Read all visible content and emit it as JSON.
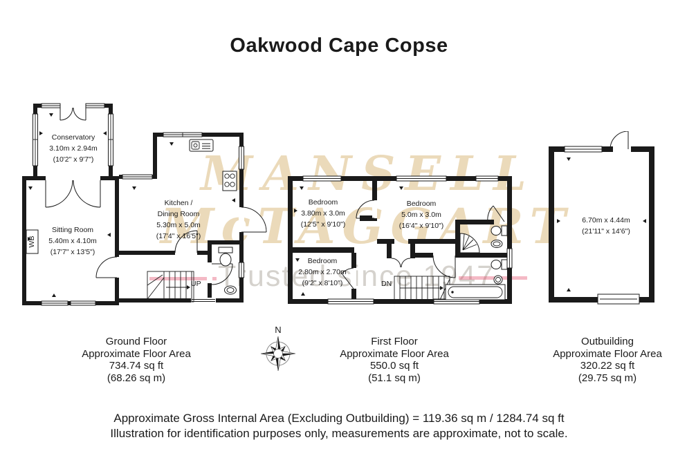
{
  "title": "Oakwood Cape Copse",
  "watermark": {
    "line1": "MANSELL",
    "line2": "McTAGGART",
    "tagline": "Trusted since 1947"
  },
  "compass": {
    "north_label": "N"
  },
  "ground_floor": {
    "rooms": [
      {
        "lines": [
          "Conservatory",
          "3.10m x 2.94m",
          "(10'2\" x 9'7\")"
        ]
      },
      {
        "lines": [
          "Sitting Room",
          "5.40m x 4.10m",
          "(17'7\" x 13'5\")"
        ]
      },
      {
        "lines": [
          "Kitchen /",
          "Dining Room",
          "5.30m x 5.0m",
          "(17'4\" x 16'5\")"
        ]
      }
    ],
    "annotations": {
      "stairs": "UP",
      "wood_burner": "WB"
    },
    "caption": [
      "Ground Floor",
      "Approximate Floor Area",
      "734.74 sq ft",
      "(68.26 sq m)"
    ]
  },
  "first_floor": {
    "rooms": [
      {
        "lines": [
          "Bedroom",
          "3.80m x 3.0m",
          "(12'5\" x 9'10\")"
        ]
      },
      {
        "lines": [
          "Bedroom",
          "5.0m x 3.0m",
          "(16'4\" x 9'10\")"
        ]
      },
      {
        "lines": [
          "Bedroom",
          "2.80m x 2.70m",
          "(9'2\" x 8'10\")"
        ]
      }
    ],
    "annotations": {
      "stairs": "DN"
    },
    "caption": [
      "First Floor",
      "Approximate Floor Area",
      "550.0 sq ft",
      "(51.1 sq m)"
    ]
  },
  "outbuilding": {
    "rooms": [
      {
        "lines": [
          "6.70m x 4.44m",
          "(21'11\" x 14'6\")"
        ]
      }
    ],
    "caption": [
      "Outbuilding",
      "Approximate Floor Area",
      "320.22 sq ft",
      "(29.75 sq m)"
    ]
  },
  "footer": {
    "line1": "Approximate Gross Internal Area (Excluding Outbuilding) = 119.36 sq m / 1284.74 sq ft",
    "line2": "Illustration for identification purposes only, measurements are approximate, not to scale."
  },
  "colors": {
    "wall": "#1a1a1a",
    "watermark_serif": "#d8b675",
    "watermark_tagline": "#8a8070",
    "watermark_accent_line": "#e03c5f"
  }
}
